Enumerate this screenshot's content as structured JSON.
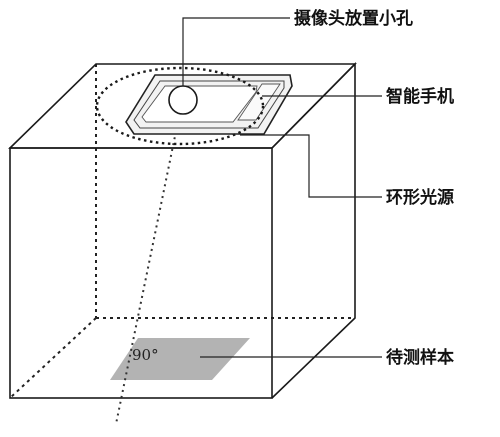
{
  "labels": {
    "camera_hole": "摄像头放置小孔",
    "smartphone": "智能手机",
    "ring_light": "环形光源",
    "sample": "待测样本"
  },
  "sample_angle": "90°",
  "colors": {
    "stroke": "#1a1a1a",
    "sample_fill": "#b3b3b3",
    "phone_fill": "#f2f2f2"
  }
}
